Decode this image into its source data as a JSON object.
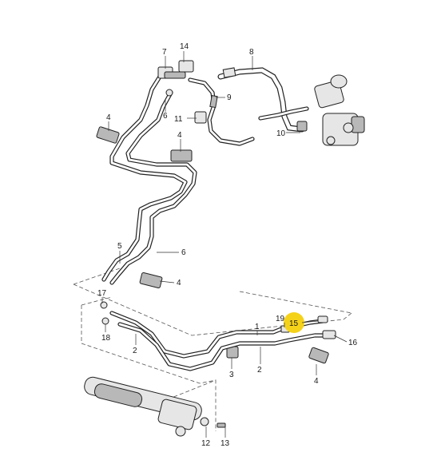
{
  "diagram": {
    "callouts": [
      {
        "label": "14"
      },
      {
        "label": "7"
      },
      {
        "label": "8"
      },
      {
        "label": "9"
      },
      {
        "label": "6"
      },
      {
        "label": "11"
      },
      {
        "label": "4"
      },
      {
        "label": "4"
      },
      {
        "label": "10"
      },
      {
        "label": "5"
      },
      {
        "label": "6"
      },
      {
        "label": "4"
      },
      {
        "label": "17"
      },
      {
        "label": "18"
      },
      {
        "label": "2"
      },
      {
        "label": "1"
      },
      {
        "label": "19"
      },
      {
        "label": "15"
      },
      {
        "label": "16"
      },
      {
        "label": "2"
      },
      {
        "label": "3"
      },
      {
        "label": "4"
      },
      {
        "label": "12"
      },
      {
        "label": "13"
      }
    ],
    "highlight_color": "#f5d21a"
  }
}
